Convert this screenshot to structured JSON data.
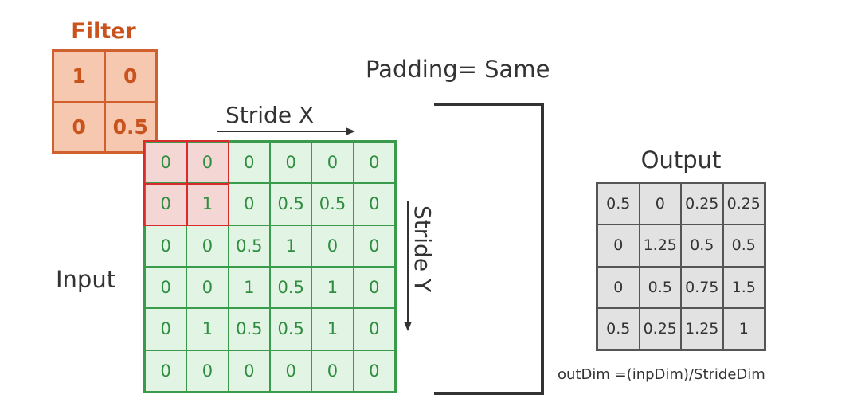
{
  "filter": {
    "title": "Filter",
    "cells": [
      "1",
      "0",
      "0",
      "0.5"
    ]
  },
  "input": {
    "label": "Input",
    "cells": [
      "0",
      "0",
      "0",
      "0",
      "0",
      "0",
      "0",
      "1",
      "0",
      "0.5",
      "0.5",
      "0",
      "0",
      "0",
      "0.5",
      "1",
      "0",
      "0",
      "0",
      "0",
      "1",
      "0.5",
      "1",
      "0",
      "0",
      "1",
      "0.5",
      "0.5",
      "1",
      "0",
      "0",
      "0",
      "0",
      "0",
      "0",
      "0"
    ]
  },
  "stride_x": "Stride X",
  "stride_y": "Stride Y",
  "padding": "Padding= Same",
  "output": {
    "title": "Output",
    "cells": [
      "0.5",
      "0",
      "0.25",
      "0.25",
      "0",
      "1.25",
      "0.5",
      "0.5",
      "0",
      "0.5",
      "0.75",
      "1.5",
      "0.5",
      "0.25",
      "1.25",
      "1"
    ]
  },
  "formula": "outDim =(inpDim)/StrideDim",
  "colors": {
    "filter": "#c9531c",
    "input": "#3a9b4d",
    "highlight": "#d92b2b",
    "output": "#555555"
  }
}
